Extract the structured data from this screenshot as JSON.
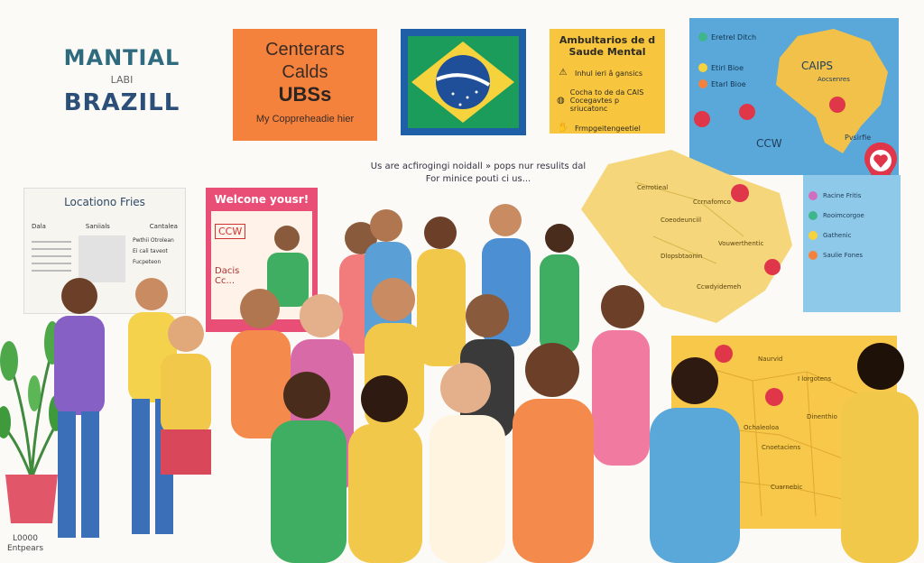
{
  "title": {
    "line1": "MANTIAL",
    "line2": "LABI",
    "line3": "BRAZILL"
  },
  "orange_card": {
    "line1": "Centerars",
    "line2": "Calds",
    "line3": "UBSs",
    "line4": "My Coppreheadie hier"
  },
  "yellow_card": {
    "heading": "Ambultarios de d Saude Mental",
    "rows": [
      {
        "icon": "warning-icon",
        "text": "Inhul ieri â gansics"
      },
      {
        "icon": "globe-icon",
        "text": "Cocha to de da CAIS Cocegavtes p sriucatonc"
      },
      {
        "icon": "hand-icon",
        "text": "Frmpgeitengeetiel"
      }
    ]
  },
  "blue_map": {
    "legend": [
      "Eretrel Ditch",
      "Etirl Bioe",
      "Etarl Bioe"
    ],
    "labels": [
      "CAIPS",
      "CCW",
      "Pvsirfie",
      "Aocsenres"
    ]
  },
  "info_text": {
    "line1": "Us are acfirogingi noidall » pops nur resulits dal",
    "line2": "For minice pouti ci us..."
  },
  "location_card": {
    "heading": "Locationo Fries",
    "cols": [
      "Dala",
      "Saniials",
      "Cantalea"
    ],
    "entries": [
      "Pwthii Otrolean",
      "Ei cali taveot",
      "Fucpeteon"
    ]
  },
  "welcome": {
    "heading": "Welcone yousr!",
    "tag": "CCW",
    "sub1": "Dacis",
    "sub2": "Cc..."
  },
  "region_map": {
    "labels": [
      "Cerrotieal",
      "Ccrnafomco",
      "Coeodeunciil",
      "Vouwerthentic",
      "Dlopsbtaonin",
      "Ccwdyidemeh"
    ]
  },
  "right_legend": {
    "rows": [
      "Racine Fritis",
      "Rooimcorgoe",
      "Gathenic",
      "Saulie Fones"
    ]
  },
  "bottom_map": {
    "labels": [
      "Naurvid",
      "I lorgotens",
      "Dinenthio",
      "Ochaleoloa",
      "Cnoetaciens",
      "Cuarnebic"
    ]
  },
  "footer": {
    "line1": "L0000",
    "line2": "Entpears"
  },
  "colors": {
    "orange": "#f4823c",
    "flag_blue": "#1f5fa8",
    "flag_green": "#1c9c5a",
    "flag_yellow": "#f6d33c",
    "yellow": "#f7c53e",
    "map_blue": "#5aa8d9",
    "pin_red": "#e0364a",
    "poster_pink": "#e94e76"
  }
}
